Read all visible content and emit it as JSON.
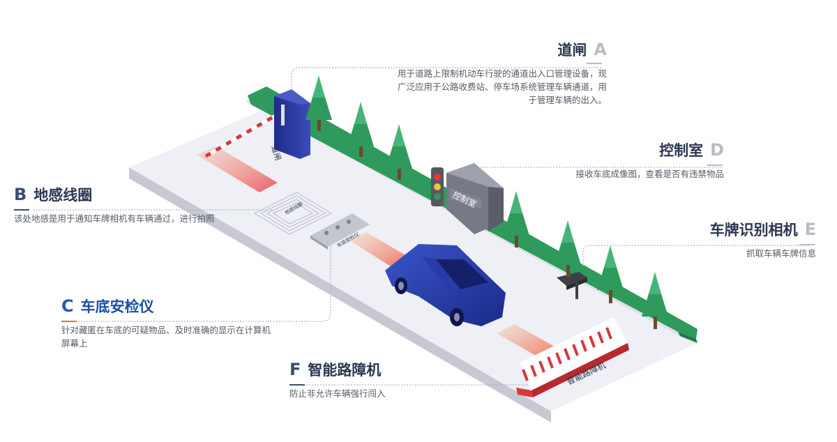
{
  "labels": {
    "gate_vertical": "道闸",
    "loop_label": "地感线圈",
    "scanner_label": "车底安检仪",
    "room_sign": "控制室",
    "barrier_label": "智能路障机"
  },
  "callouts": {
    "a": {
      "title": "道闸",
      "letter": "A",
      "desc": "用于道路上限制机动车行驶的通道出入口管理设备，现广泛应用于公路收费站、停车场系统管理车辆通道，用于管理车辆的出入。"
    },
    "b": {
      "letter": "B",
      "title": "地感线圈",
      "desc": "该处地感是用于通知车牌相机有车辆通过，进行拍照"
    },
    "c": {
      "letter": "C",
      "title": "车底安检仪",
      "desc": "针对藏匿在车底的可疑物品、及时准确的显示在计算机屏幕上"
    },
    "d": {
      "title": "控制室",
      "letter": "D",
      "desc": "接收车底成像图，查看是否有违禁物品"
    },
    "e": {
      "title": "车牌识别相机",
      "letter": "E",
      "desc": "抓取车辆车牌信息"
    },
    "f": {
      "letter": "F",
      "title": "智能路障机",
      "desc": "防止非允许车辆强行闯入"
    }
  },
  "colors": {
    "accent_orange": "#e8702a",
    "text_dark": "#2b3650",
    "road": "#eeeef5",
    "grass": "#2e9a5c"
  }
}
